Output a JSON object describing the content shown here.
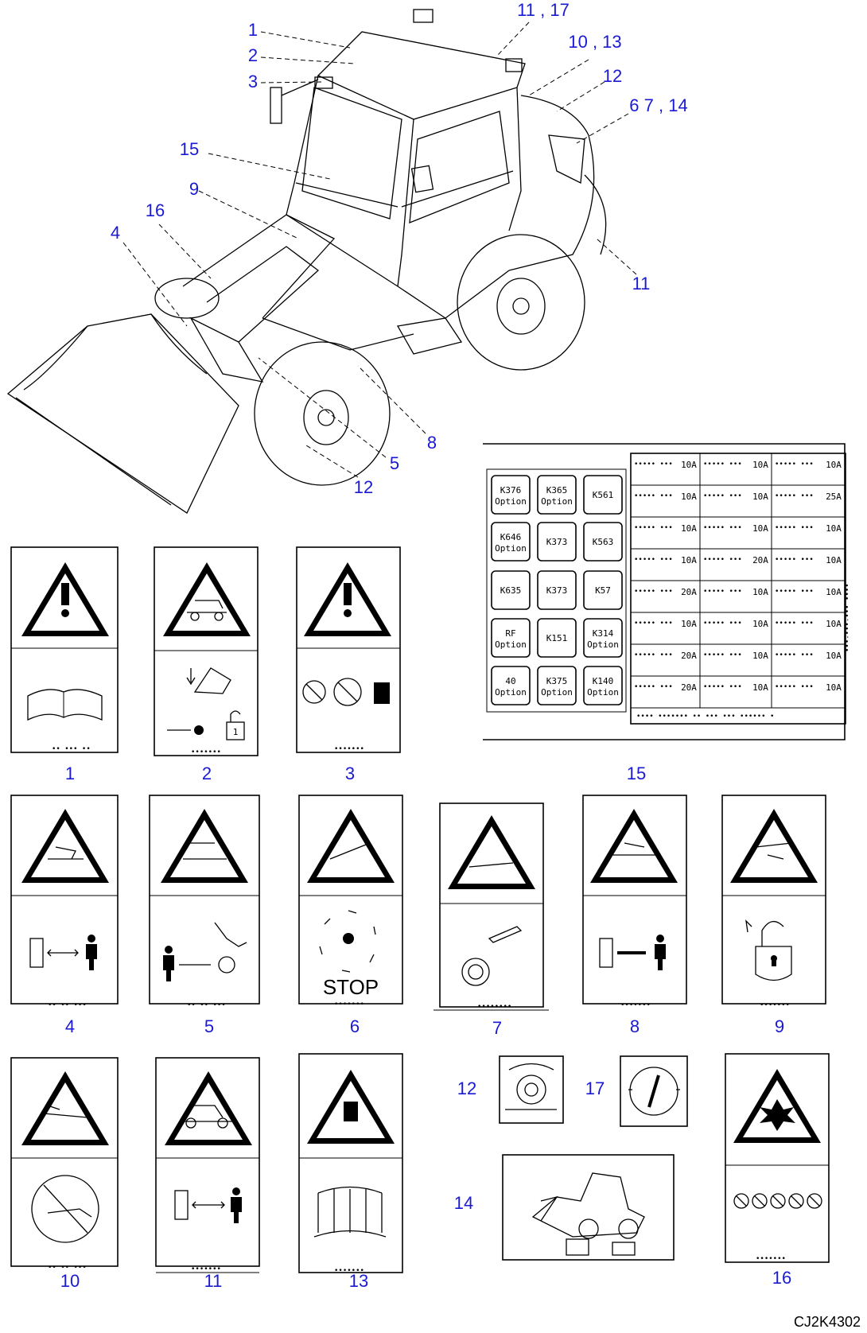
{
  "drawing_id": "CJ2K4302",
  "callouts": [
    {
      "id": "c1",
      "text": "1"
    },
    {
      "id": "c2",
      "text": "2"
    },
    {
      "id": "c3",
      "text": "3"
    },
    {
      "id": "c4",
      "text": "4"
    },
    {
      "id": "c5",
      "text": "5"
    },
    {
      "id": "c6714",
      "text": "6 7 , 14"
    },
    {
      "id": "c8",
      "text": "8"
    },
    {
      "id": "c9",
      "text": "9"
    },
    {
      "id": "c1013",
      "text": "10 , 13"
    },
    {
      "id": "c1117",
      "text": "11 , 17"
    },
    {
      "id": "c11",
      "text": "11"
    },
    {
      "id": "c12a",
      "text": "12"
    },
    {
      "id": "c12b",
      "text": "12"
    },
    {
      "id": "c15",
      "text": "15"
    },
    {
      "id": "c16",
      "text": "16"
    }
  ],
  "decal_labels": [
    "1",
    "2",
    "3",
    "4",
    "5",
    "6",
    "7",
    "8",
    "9",
    "10",
    "11",
    "13",
    "15",
    "16"
  ],
  "small_decal_labels": {
    "d12": "12",
    "d17": "17",
    "d14": "14"
  },
  "stop_text": "STOP",
  "fuse_panel": {
    "relay_boxes": [
      [
        "K376\nOption",
        "K365\nOption",
        "K561"
      ],
      [
        "K646\nOption",
        "K373",
        "K563"
      ],
      [
        "K635",
        "K373",
        "K57"
      ],
      [
        "RF\nOption",
        "K151",
        "K314\nOption"
      ],
      [
        "40\nOption",
        "K375\nOption",
        "K140\nOption"
      ]
    ],
    "fuse_ratings": [
      [
        "10A",
        "10A",
        "10A"
      ],
      [
        "10A",
        "10A",
        "25A"
      ],
      [
        "10A",
        "10A",
        "10A"
      ],
      [
        "10A",
        "20A",
        "10A"
      ],
      [
        "20A",
        "10A",
        "10A"
      ],
      [
        "10A",
        "10A",
        "10A"
      ],
      [
        "20A",
        "10A",
        "10A"
      ],
      [
        "20A",
        "10A",
        "10A"
      ]
    ]
  }
}
